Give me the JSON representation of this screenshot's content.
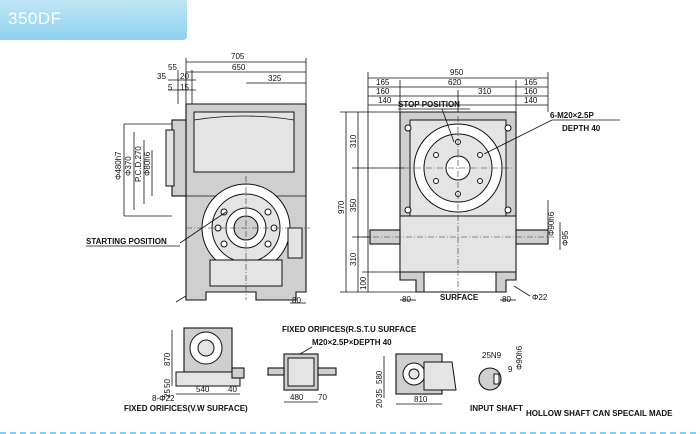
{
  "title": "350DF",
  "colors": {
    "badge": "#9dd8f0",
    "rule": "#7fd0ee",
    "ink": "#111111",
    "body": "#cfcfcf"
  },
  "left_view": {
    "dims_top": [
      "705",
      "650",
      "325",
      "55",
      "35",
      "20",
      "5",
      "15"
    ],
    "dims_left": [
      "Φ480h7",
      "Φ370",
      "P.C.D.270",
      "Φ80h6"
    ],
    "dim_bottom": "80",
    "label": "STARTING POSITION"
  },
  "right_view": {
    "dims_top": [
      "950",
      "165",
      "620",
      "165",
      "160",
      "310",
      "160",
      "140",
      "140"
    ],
    "dims_left": [
      "310",
      "350",
      "970",
      "310",
      "100"
    ],
    "dims_right": [
      "Φ90h6",
      "Φ95"
    ],
    "dims_bottom": [
      "80",
      "80"
    ],
    "labels": {
      "stop": "STOP POSITION",
      "thread": "6-M20×2.5P",
      "depth": "DEPTH 40",
      "surface": "SURFACE",
      "hole": "Φ22"
    }
  },
  "bottom_views": {
    "a": {
      "dims": [
        "870",
        "50",
        "25",
        "540",
        "40"
      ],
      "hole": "8-Φ22",
      "caption": "FIXED ORIFICES(V.W SURFACE)"
    },
    "b": {
      "caption": "FIXED ORIFICES(R.S.T.U SURFACE",
      "thread": "M20×2.5P×DEPTH 40",
      "dims": [
        "480",
        "70"
      ]
    },
    "c": {
      "dims": [
        "580",
        "35",
        "20",
        "810"
      ]
    },
    "d": {
      "dims": [
        "25N9",
        "9",
        "Φ90h6"
      ],
      "caption": "INPUT SHAFT"
    },
    "note": "HOLLOW SHAFT CAN SPECAIL MADE"
  }
}
